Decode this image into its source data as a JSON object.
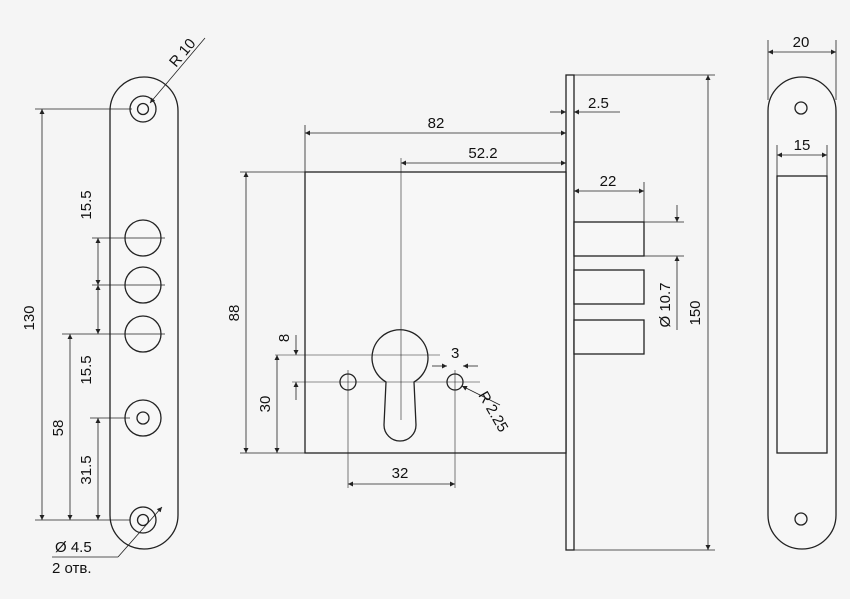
{
  "dimensions": {
    "radius_plate": "R 10",
    "height_130": "130",
    "pitch_15_5_top": "15.5",
    "pitch_15_5_bottom": "15.5",
    "offset_58": "58",
    "offset_31_5": "31.5",
    "hole_diameter": "Ø 4.5",
    "hole_count": "2 отв.",
    "width_82": "82",
    "backset_52_2": "52.2",
    "faceplate_2_5": "2.5",
    "height_88": "88",
    "offset_8": "8",
    "offset_30": "30",
    "slot_3": "3",
    "radius_slot": "R 2.25",
    "spacing_32": "32",
    "bolt_22": "22",
    "bolt_diameter": "Ø 10.7",
    "height_150": "150",
    "strike_width_20": "20",
    "strike_opening_15": "15"
  }
}
